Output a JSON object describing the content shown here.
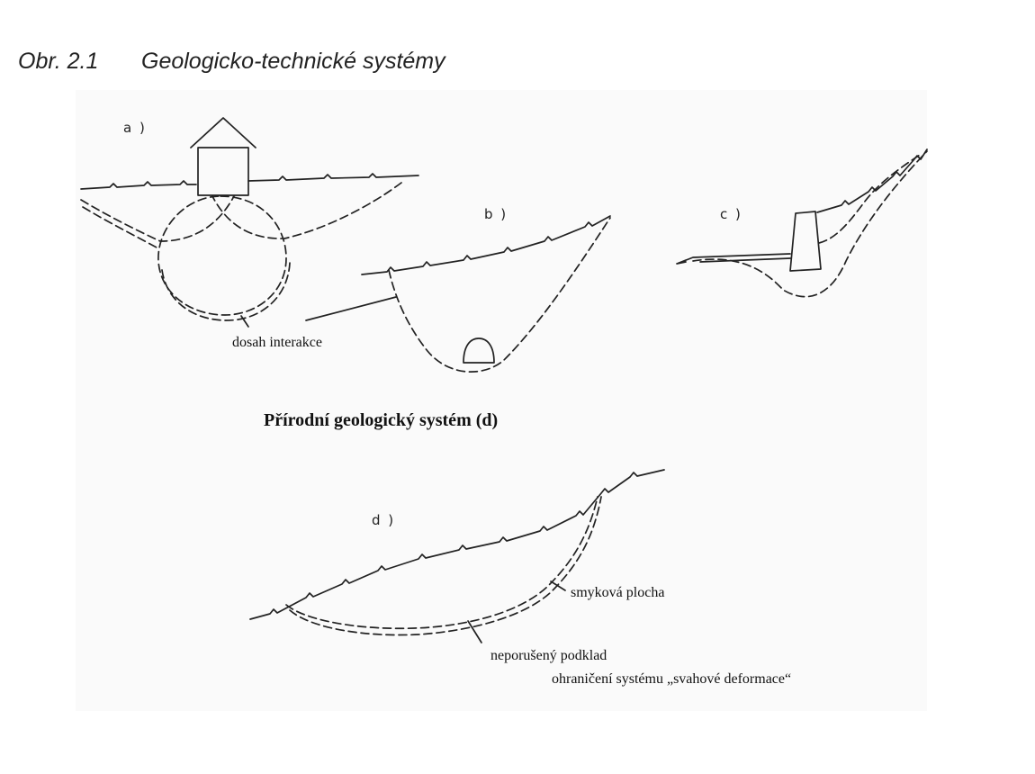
{
  "caption": {
    "number": "Obr. 2.1",
    "title": "Geologicko-technické systémy"
  },
  "panels": {
    "a": {
      "label": "a )"
    },
    "b": {
      "label": "b )"
    },
    "c": {
      "label": "c )"
    },
    "d": {
      "label": "d )"
    }
  },
  "labels": {
    "interaction_range": "dosah interakce",
    "section_heading": "Přírodní geologický systém  (d)",
    "slip_surface": "smyková plocha",
    "bedrock": "neporušený podklad",
    "boundary": "ohraničení systému „svahové deformace“"
  }
}
